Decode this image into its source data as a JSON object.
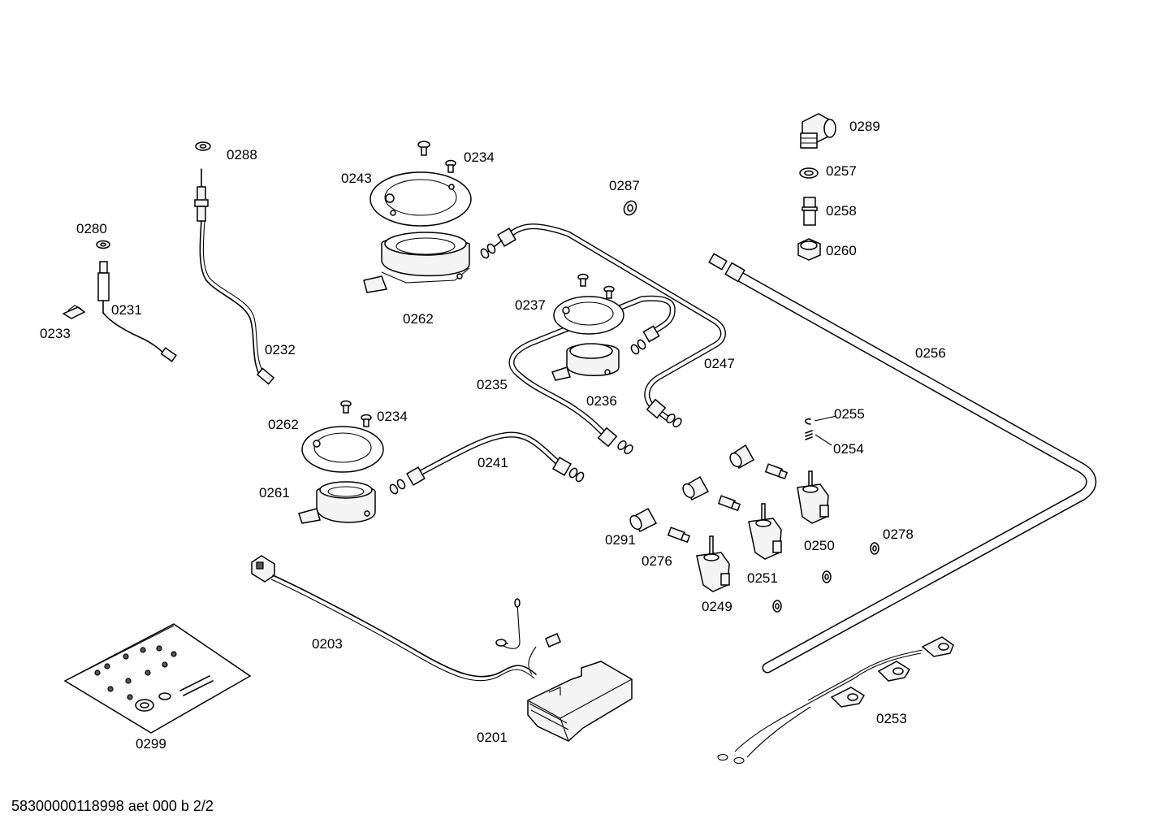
{
  "diagram": {
    "footer": "58300000118998 aet 000 b 2/2",
    "labels": {
      "p0201": "0201",
      "p0203": "0203",
      "p0231": "0231",
      "p0232": "0232",
      "p0233": "0233",
      "p0234a": "0234",
      "p0234b": "0234",
      "p0235": "0235",
      "p0236": "0236",
      "p0237": "0237",
      "p0241": "0241",
      "p0243": "0243",
      "p0247": "0247",
      "p0249": "0249",
      "p0250": "0250",
      "p0251": "0251",
      "p0253": "0253",
      "p0254": "0254",
      "p0255": "0255",
      "p0256": "0256",
      "p0257": "0257",
      "p0258": "0258",
      "p0260": "0260",
      "p0261": "0261",
      "p0262a": "0262",
      "p0262b": "0262",
      "p0276": "0276",
      "p0278": "0278",
      "p0280": "0280",
      "p0287": "0287",
      "p0288": "0288",
      "p0289": "0289",
      "p0291": "0291",
      "p0299": "0299"
    }
  }
}
